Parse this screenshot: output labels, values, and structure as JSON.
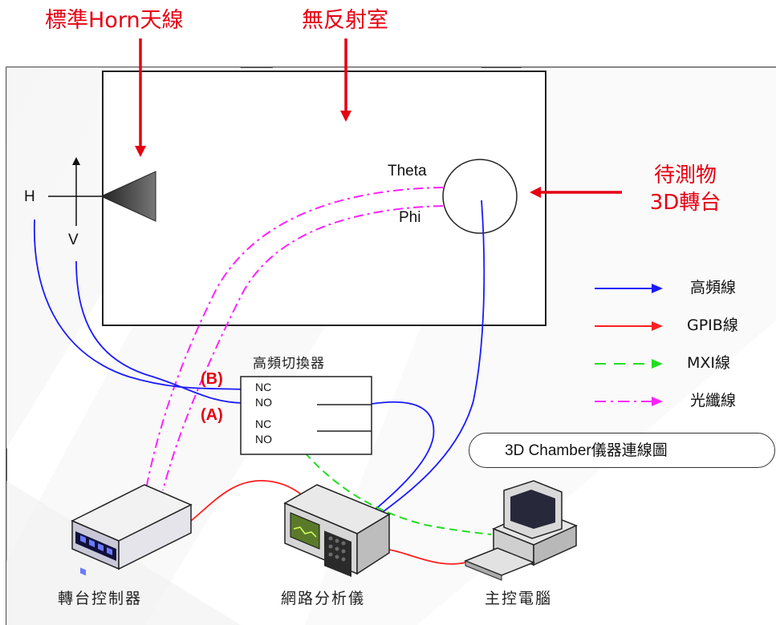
{
  "labels": {
    "horn_antenna": "標準Horn天線",
    "anechoic_chamber": "無反射室",
    "dut": "待測物",
    "turntable": "3D轉台",
    "pol_h": "H",
    "pol_v": "V",
    "theta": "Theta",
    "phi": "Phi"
  },
  "switch": {
    "title": "高頻切換器",
    "ports": [
      "NC",
      "NO",
      "NC",
      "NO"
    ],
    "marker_b": "(B)",
    "marker_a": "(A)"
  },
  "legend": {
    "items": [
      {
        "label": "高頻線",
        "color": "#1a1aff",
        "style": "solid"
      },
      {
        "label": "GPIB線",
        "color": "#ff2020",
        "style": "solid"
      },
      {
        "label": "MXI線",
        "color": "#22dd22",
        "style": "dashed"
      },
      {
        "label": "光纖線",
        "color": "#ff22ff",
        "style": "dashdot"
      }
    ]
  },
  "caption": "3D Chamber儀器連線圖",
  "devices": {
    "turntable_controller": "轉台控制器",
    "network_analyzer": "網路分析儀",
    "host_pc": "主控電腦"
  },
  "colors": {
    "accent_red": "#e60012",
    "rf_blue": "#1a1aff",
    "gpib_red": "#ff2020",
    "mxi_green": "#22dd22",
    "fiber_magenta": "#ff22ff"
  }
}
